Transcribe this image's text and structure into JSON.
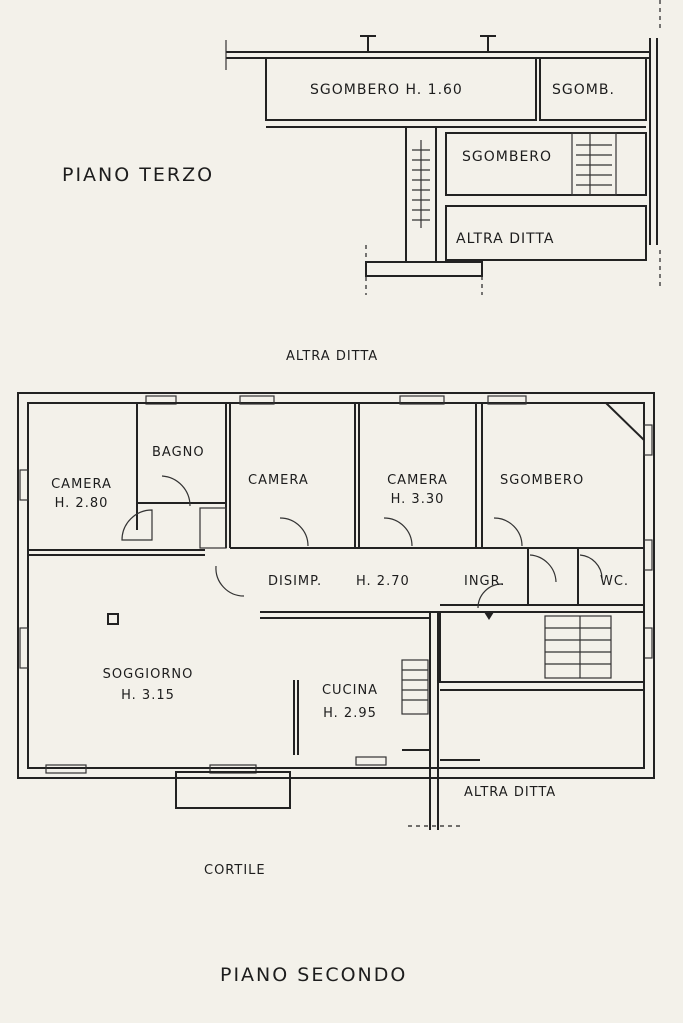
{
  "floor_labels": {
    "third": "PIANO TERZO",
    "second": "PIANO SECONDO"
  },
  "third_floor_rooms": {
    "sgombero_large": "SGOMBERO H. 1.60",
    "sgomb": "SGOMB.",
    "sgombero_mid": "SGOMBERO",
    "altra_ditta": "ALTRA DITTA"
  },
  "outside_labels": {
    "altra_ditta_top": "ALTRA DITTA",
    "altra_ditta_right": "ALTRA DITTA",
    "cortile": "CORTILE"
  },
  "second_floor_rooms": {
    "camera_left": {
      "name": "CAMERA",
      "height": "H. 2.80"
    },
    "bagno": {
      "name": "BAGNO"
    },
    "camera_mid": {
      "name": "CAMERA"
    },
    "camera_right": {
      "name": "CAMERA",
      "height": "H. 3.30"
    },
    "sgombero": {
      "name": "SGOMBERO"
    },
    "disimpegno": {
      "name": "DISIMP.",
      "height": "H. 2.70"
    },
    "ingresso": {
      "name": "INGR."
    },
    "wc": {
      "name": "WC."
    },
    "soggiorno": {
      "name": "SOGGIORNO",
      "height": "H. 3.15"
    },
    "cucina": {
      "name": "CUCINA",
      "height": "H. 2.95"
    }
  }
}
